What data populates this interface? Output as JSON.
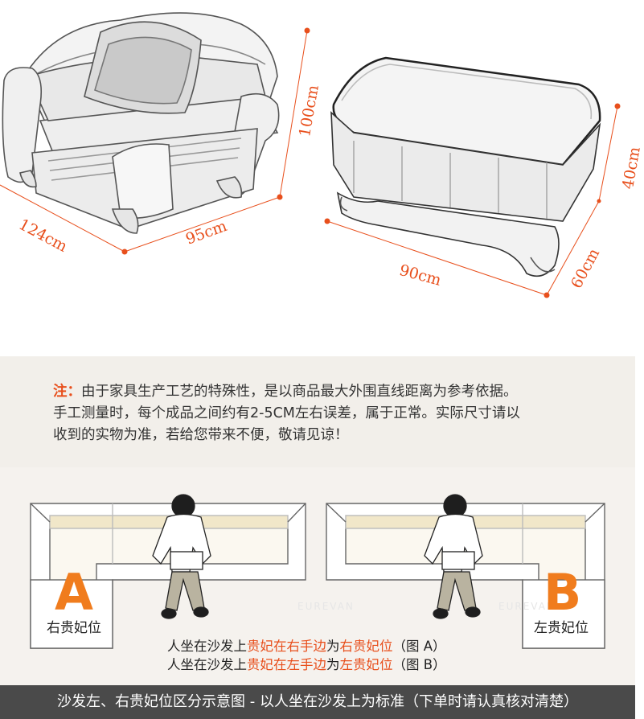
{
  "dimensions": {
    "armchair_depth": "124cm",
    "armchair_width": "95cm",
    "armchair_height": "100cm",
    "ottoman_width": "90cm",
    "ottoman_depth": "60cm",
    "ottoman_height": "40cm"
  },
  "note": {
    "lead": "注：",
    "line1": "由于家具生产工艺的特殊性，是以商品最大外围直线距离为参考依据。",
    "line2": "手工测量时，每个成品之间约有2-5CM左右误差，属于正常。实际尺寸请以",
    "line3": "收到的实物为准，若给您带来不便，敬请见谅！"
  },
  "diagram": {
    "left_letter": "A",
    "left_label": "右贵妃位",
    "right_letter": "B",
    "right_label": "左贵妃位",
    "watermark": "EUREVAN",
    "caption_a": {
      "part1": "人坐在沙发上",
      "part2": "贵妃在右手边",
      "part3": "为",
      "part4": "右贵妃位",
      "part5": "（图 A）"
    },
    "caption_b": {
      "part1": "人坐在沙发上",
      "part2": "贵妃在左手边",
      "part3": "为",
      "part4": "左贵妃位",
      "part5": "（图 B）"
    }
  },
  "footer": {
    "text": "沙发左、右贵妃位区分示意图 - 以人坐在沙发上为标准（下单时请认真核对清楚）"
  },
  "colors": {
    "accent": "#e84f1c",
    "letter": "#f07c1d",
    "footer_bg": "#4a4a4a",
    "note_bg": "#f2efea"
  }
}
